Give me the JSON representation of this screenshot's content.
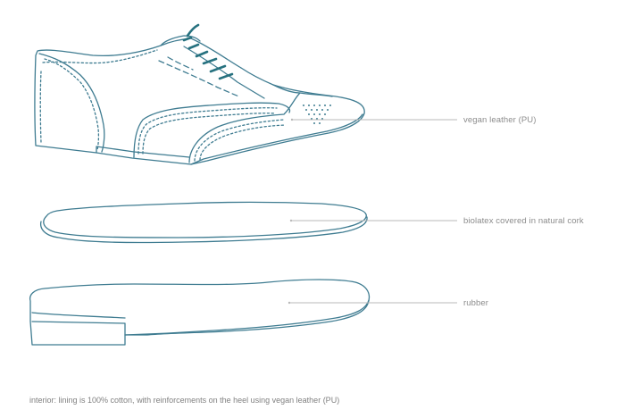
{
  "colors": {
    "outline": "#3f7c91",
    "lace": "#26717f",
    "leader_line": "#b9b9b9",
    "label_text": "#8c8c8c"
  },
  "layers": [
    {
      "name": "upper",
      "label": "vegan leather (PU)"
    },
    {
      "name": "insole",
      "label": "biolatex covered in natural cork"
    },
    {
      "name": "outsole",
      "label": "rubber"
    }
  ],
  "footnote": "interior: lining is 100% cotton, with reinforcements on the heel using vegan leather (PU)"
}
